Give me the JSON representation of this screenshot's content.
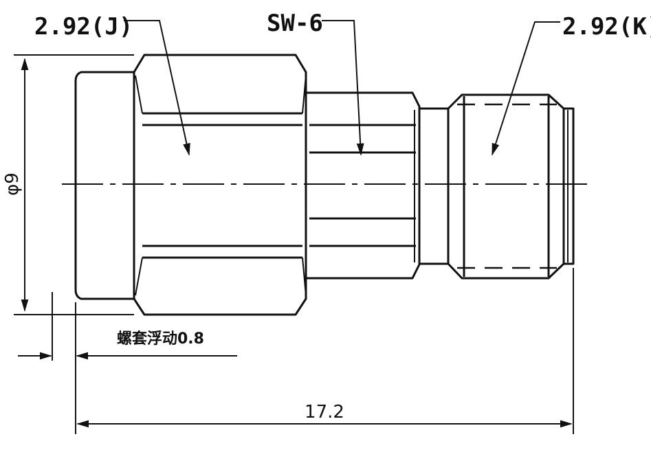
{
  "labels": {
    "left_connector": "2.92(J)",
    "wrench_size": "SW-6",
    "right_connector": "2.92(K)"
  },
  "dimensions": {
    "diameter": "φ9",
    "total_length": "17.2",
    "float_note": "螺套浮动0.8"
  }
}
